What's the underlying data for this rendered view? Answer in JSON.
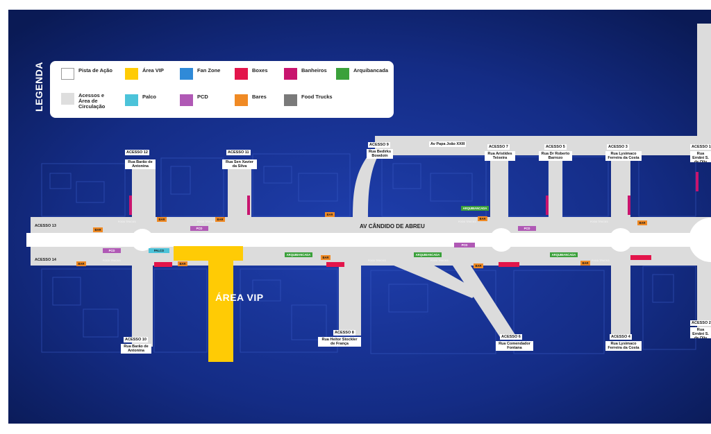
{
  "legend": {
    "title": "LEGENDA",
    "items": [
      {
        "label": "Pista de Ação",
        "color": "#ffffff"
      },
      {
        "label": "Área VIP",
        "color": "#ffcb05"
      },
      {
        "label": "Fan Zone",
        "color": "#2f8ad8"
      },
      {
        "label": "Boxes",
        "color": "#e3154b"
      },
      {
        "label": "Banheiros",
        "color": "#c8146e"
      },
      {
        "label": "Arquibancada",
        "color": "#3ba13b"
      },
      {
        "label": "Acessos e Área de Circulação",
        "color": "#dedede"
      },
      {
        "label": "Palco",
        "color": "#4cc3d9"
      },
      {
        "label": "PCD",
        "color": "#b059b5"
      },
      {
        "label": "Bares",
        "color": "#f08a24"
      },
      {
        "label": "Food Trucks",
        "color": "#7a7a7a"
      }
    ]
  },
  "map": {
    "avenue": "AV CÂNDIDO DE ABREU",
    "vip_area": "ÁREA VIP",
    "side_access": [
      "ACESSO 13",
      "ACESSO 14"
    ],
    "accesses": [
      {
        "name": "ACESSO 12",
        "street": "Rua Barão de Antonina"
      },
      {
        "name": "ACESSO 11",
        "street": "Rua Sen Xavier da Silva"
      },
      {
        "name": "ACESSO 9",
        "street": "Rua Bedirks Bowdoin"
      },
      {
        "name": "",
        "street": "Av Papa João XXIII"
      },
      {
        "name": "ACESSO 7",
        "street": "Rua Aristides Teixeira"
      },
      {
        "name": "ACESSO 5",
        "street": "Rua Dr Roberto Barrozo"
      },
      {
        "name": "ACESSO 3",
        "street": "Rua Lysimaco Ferreira da Costa"
      },
      {
        "name": "ACESSO 1",
        "street": "Rua Ernâni S. de Oliv"
      },
      {
        "name": "ACESSO 10",
        "street": "Rua Barão de Antonina"
      },
      {
        "name": "ACESSO 8",
        "street": "Rua Heitor Stockler de França"
      },
      {
        "name": "ACESSO 6",
        "street": "Rua Comendador Fontana"
      },
      {
        "name": "ACESSO 4",
        "street": "Rua Lysimaco Ferreira da Costa"
      },
      {
        "name": "ACESSO 2",
        "street": "Rua Ernâni S. de Oliv"
      }
    ],
    "tags": {
      "bar": "BAR",
      "pcd": "PCD",
      "palco": "PALCO",
      "arquibancada": "ARQUIBANCADA",
      "food_trucks": "FOOD TRUCKS"
    }
  }
}
